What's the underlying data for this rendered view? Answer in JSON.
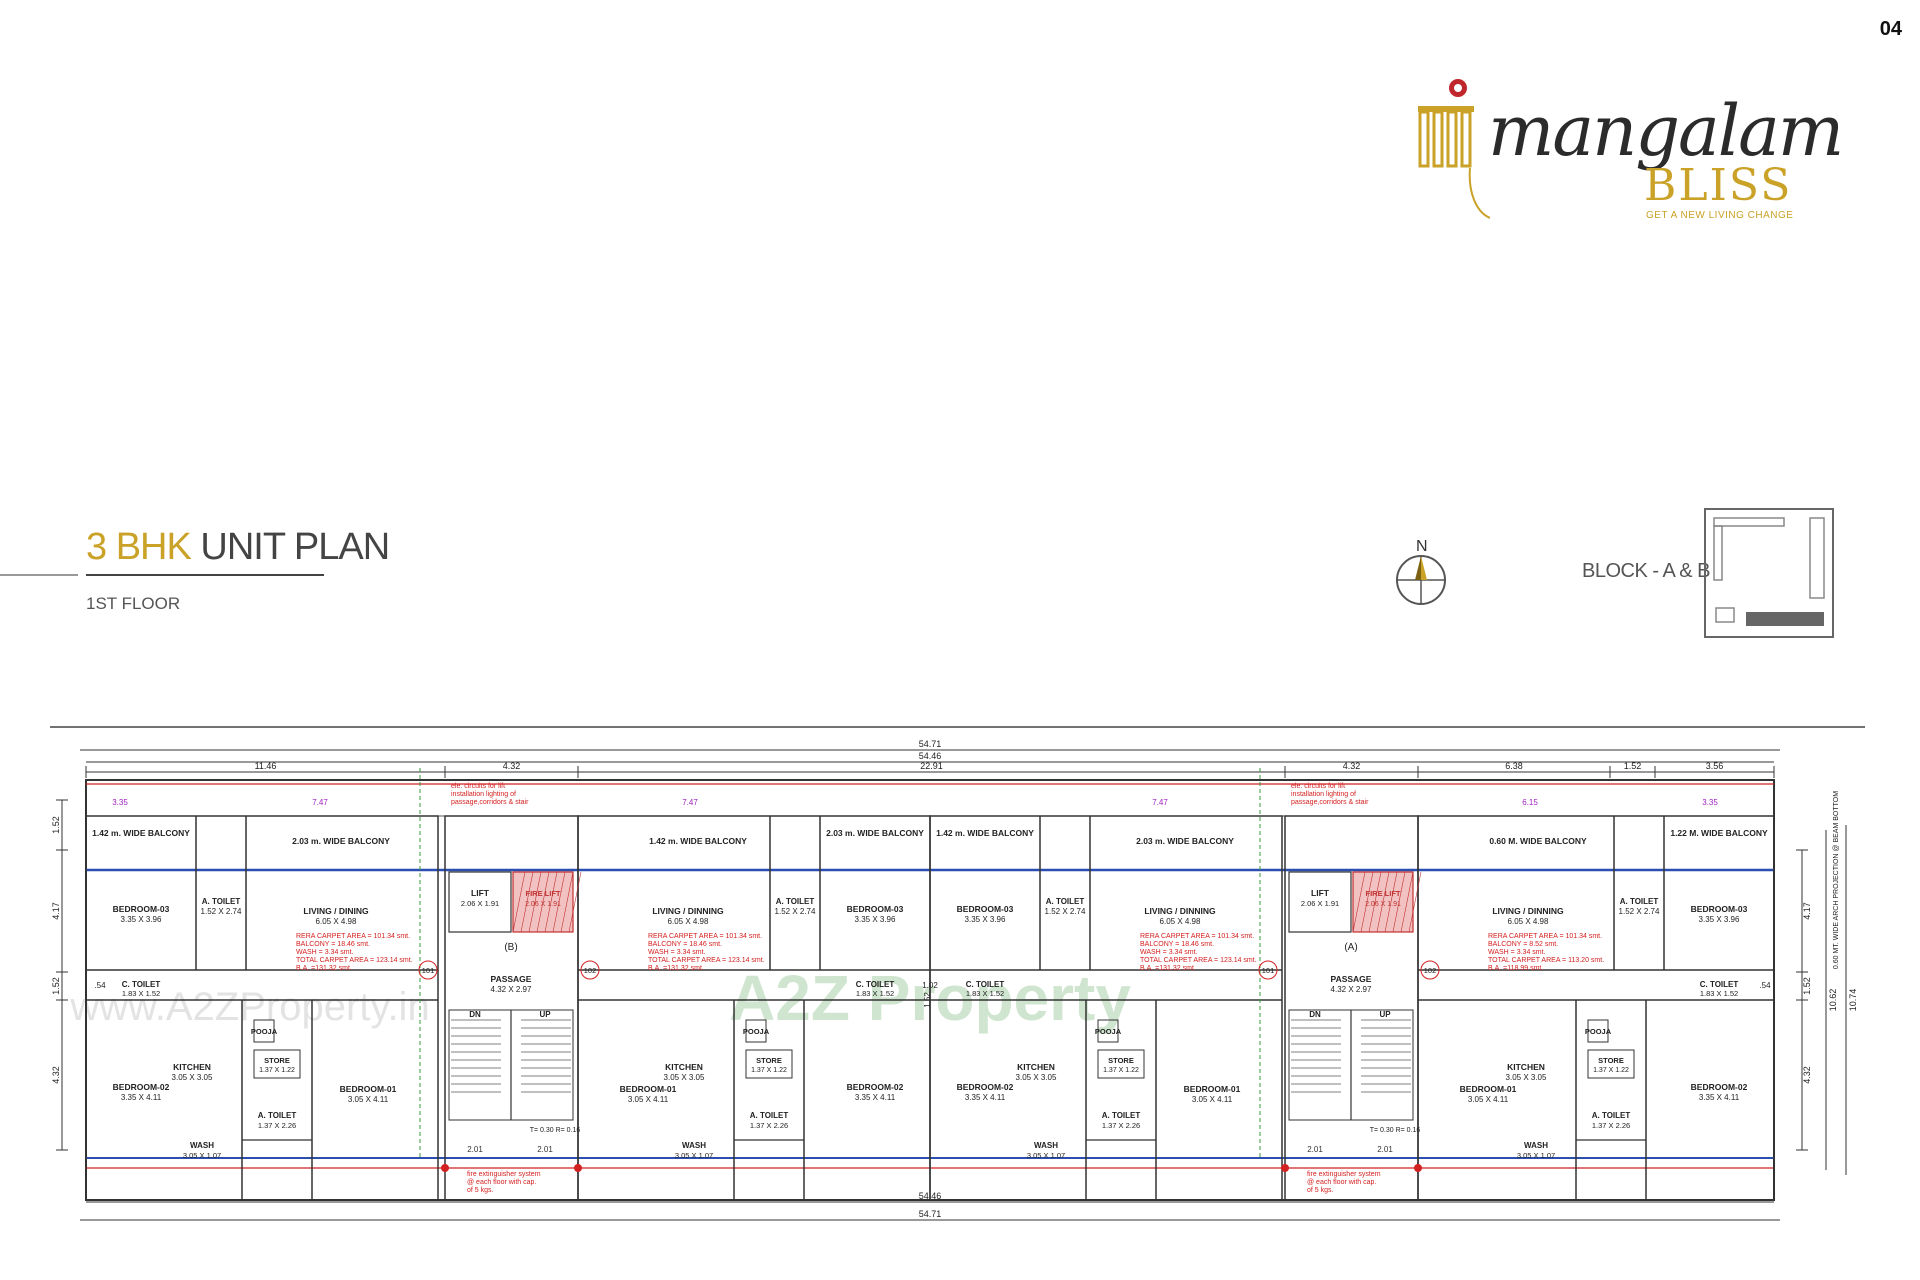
{
  "page_number": "04",
  "logo": {
    "wordmark": "mangalam",
    "sub": "BLISS",
    "tagline": "GET A NEW LIVING CHANGE",
    "gold": "#c9a227"
  },
  "heading": {
    "bhk": "3 BHK",
    "rest": "UNIT PLAN",
    "floor": "1ST FLOOR"
  },
  "compass": {
    "north": "N"
  },
  "block": {
    "label": "BLOCK - A & B"
  },
  "watermarks": [
    "A2Z Property",
    "www.A2ZProperty.in"
  ],
  "plan": {
    "dims_top": [
      "54.71",
      "54.46",
      "11.46",
      "4.32",
      "22.91",
      "4.32",
      "6.38",
      "1.52",
      "3.56"
    ],
    "dims_bottom": [
      "54.46",
      "54.71"
    ],
    "dims_left": [
      "1.52",
      "4.17",
      "1.52",
      "4.32"
    ],
    "dims_right": [
      "4.17",
      "1.52",
      "4.32",
      "10.62",
      "10.74"
    ],
    "arch_note": "0.60 MT. WIDE ARCH PROJECTION @ BEAM BOTTOM",
    "inner_dims": [
      "3.35",
      "7.47",
      "7.47",
      "7.47",
      "6.15",
      "3.35",
      "2.01",
      "2.01",
      "1.02",
      "1.52",
      ".54",
      ".54"
    ],
    "markers": [
      "101",
      "102",
      "101",
      "102"
    ],
    "lift_notes": [
      "ele. circuits for lift installation lighting of passage,corridors & stair",
      "ele. circuits for lift installation lighting of passage,corridors & stair"
    ],
    "fire_notes": [
      "fire extinguisher system @ each floor with cap. of 5 kgs.",
      "fire extinguisher system @ each floor with cap. of 5 kgs."
    ],
    "stair_labels": [
      "DN",
      "UP",
      "DN",
      "UP"
    ],
    "stair_notes": [
      "T= 0.30 R= 0.16",
      "T= 0.30 R= 0.16"
    ],
    "passages": [
      {
        "tag": "(B)",
        "name": "PASSAGE",
        "size": "4.32 X 2.97"
      },
      {
        "tag": "(A)",
        "name": "PASSAGE",
        "size": "4.32 X 2.97"
      }
    ],
    "lifts": [
      {
        "name": "LIFT",
        "size": "2.06 X 1.91",
        "fire": "FIRE LIFT",
        "fire_size": "2.06 X 1.91"
      },
      {
        "name": "LIFT",
        "size": "2.06 X 1.91",
        "fire": "FIRE LIFT",
        "fire_size": "2.06 X 1.91"
      }
    ],
    "balconies": [
      "1.42 m. WIDE BALCONY",
      "2.03 m. WIDE BALCONY",
      "2.03 m. WIDE BALCONY",
      "1.42 m. WIDE BALCONY",
      "1.42 m. WIDE BALCONY",
      "2.03 m. WIDE BALCONY",
      "1.22 M. WIDE BALCONY",
      "0.60 M. WIDE BALCONY"
    ],
    "units": [
      {
        "bed3": "BEDROOM-03",
        "bed3_size": "3.35 X 3.96",
        "atoilet_top": "A. TOILET",
        "atoilet_top_size": "1.52 X 2.74",
        "living": "LIVING / DINING",
        "living_size": "6.05 X 4.98",
        "ctoilet": "C. TOILET",
        "ctoilet_size": "1.83 X 1.52",
        "bed2": "BEDROOM-02",
        "bed2_size": "3.35 X 4.11",
        "kitchen": "KITCHEN",
        "kitchen_size": "3.05 X 3.05",
        "pooja": "POOJA",
        "store": "STORE",
        "store_size": "1.37 X 1.22",
        "atoilet": "A. TOILET",
        "atoilet_size": "1.37 X 2.26",
        "bed1": "BEDROOM-01",
        "bed1_size": "3.05 X 4.11",
        "wash": "WASH",
        "wash_size": "3.05 X 1.07",
        "area": [
          "RERA CARPET AREA = 101.34 smt.",
          "BALCONY = 18.46 smt.",
          "WASH = 3.34 smt.",
          "TOTAL CARPET AREA = 123.14 smt.",
          "B.A. =131.32 smt."
        ]
      },
      {
        "bed3": "BEDROOM-03",
        "bed3_size": "3.35 X 3.96",
        "atoilet_top": "A. TOILET",
        "atoilet_top_size": "1.52 X 2.74",
        "living": "LIVING / DINNING",
        "living_size": "6.05 X 4.98",
        "ctoilet": "C. TOILET",
        "ctoilet_size": "1.83 X 1.52",
        "bed2": "BEDROOM-02",
        "bed2_size": "3.35 X 4.11",
        "kitchen": "KITCHEN",
        "kitchen_size": "3.05 X 3.05",
        "pooja": "POOJA",
        "store": "STORE",
        "store_size": "1.37 X 1.22",
        "atoilet": "A. TOILET",
        "atoilet_size": "1.37 X 2.26",
        "bed1": "BEDROOM-01",
        "bed1_size": "3.05 X 4.11",
        "wash": "WASH",
        "wash_size": "3.05 X 1.07",
        "area": [
          "RERA CARPET AREA = 101.34 smt.",
          "BALCONY = 18.46 smt.",
          "WASH = 3.34 smt.",
          "TOTAL CARPET AREA = 123.14 smt.",
          "B.A. =131.32 smt."
        ]
      },
      {
        "bed3": "BEDROOM-03",
        "bed3_size": "3.35 X 3.96",
        "atoilet_top": "A. TOILET",
        "atoilet_top_size": "1.52 X 2.74",
        "living": "LIVING / DINNING",
        "living_size": "6.05 X 4.98",
        "ctoilet": "C. TOILET",
        "ctoilet_size": "1.83 X 1.52",
        "bed2": "BEDROOM-02",
        "bed2_size": "3.35 X 4.11",
        "kitchen": "KITCHEN",
        "kitchen_size": "3.05 X 3.05",
        "pooja": "POOJA",
        "store": "STORE",
        "store_size": "1.37 X 1.22",
        "atoilet": "A. TOILET",
        "atoilet_size": "1.37 X 2.26",
        "bed1": "BEDROOM-01",
        "bed1_size": "3.05 X 4.11",
        "wash": "WASH",
        "wash_size": "3.05 X 1.07",
        "area": [
          "RERA CARPET AREA = 101.34 smt.",
          "BALCONY = 18.46 smt.",
          "WASH = 3.34 smt.",
          "TOTAL CARPET AREA = 123.14 smt.",
          "B.A. =131.32 smt."
        ]
      },
      {
        "bed3": "BEDROOM-03",
        "bed3_size": "3.35 X 3.96",
        "atoilet_top": "A. TOILET",
        "atoilet_top_size": "1.52 X 2.74",
        "living": "LIVING / DINNING",
        "living_size": "6.05 X 4.98",
        "ctoilet": "C. TOILET",
        "ctoilet_size": "1.83 X 1.52",
        "bed2": "BEDROOM-02",
        "bed2_size": "3.35 X 4.11",
        "kitchen": "KITCHEN",
        "kitchen_size": "3.05 X 3.05",
        "pooja": "POOJA",
        "store": "STORE",
        "store_size": "1.37 X 1.22",
        "atoilet": "A. TOILET",
        "atoilet_size": "1.37 X 2.26",
        "bed1": "BEDROOM-01",
        "bed1_size": "3.05 X 4.11",
        "wash": "WASH",
        "wash_size": "3.05 X 1.07",
        "area": [
          "RERA CARPET AREA = 101.34 smt.",
          "BALCONY = 8.52 smt.",
          "WASH = 3.34 smt.",
          "TOTAL CARPET AREA = 113.20 smt.",
          "B.A. =118.99 smt."
        ]
      }
    ]
  }
}
